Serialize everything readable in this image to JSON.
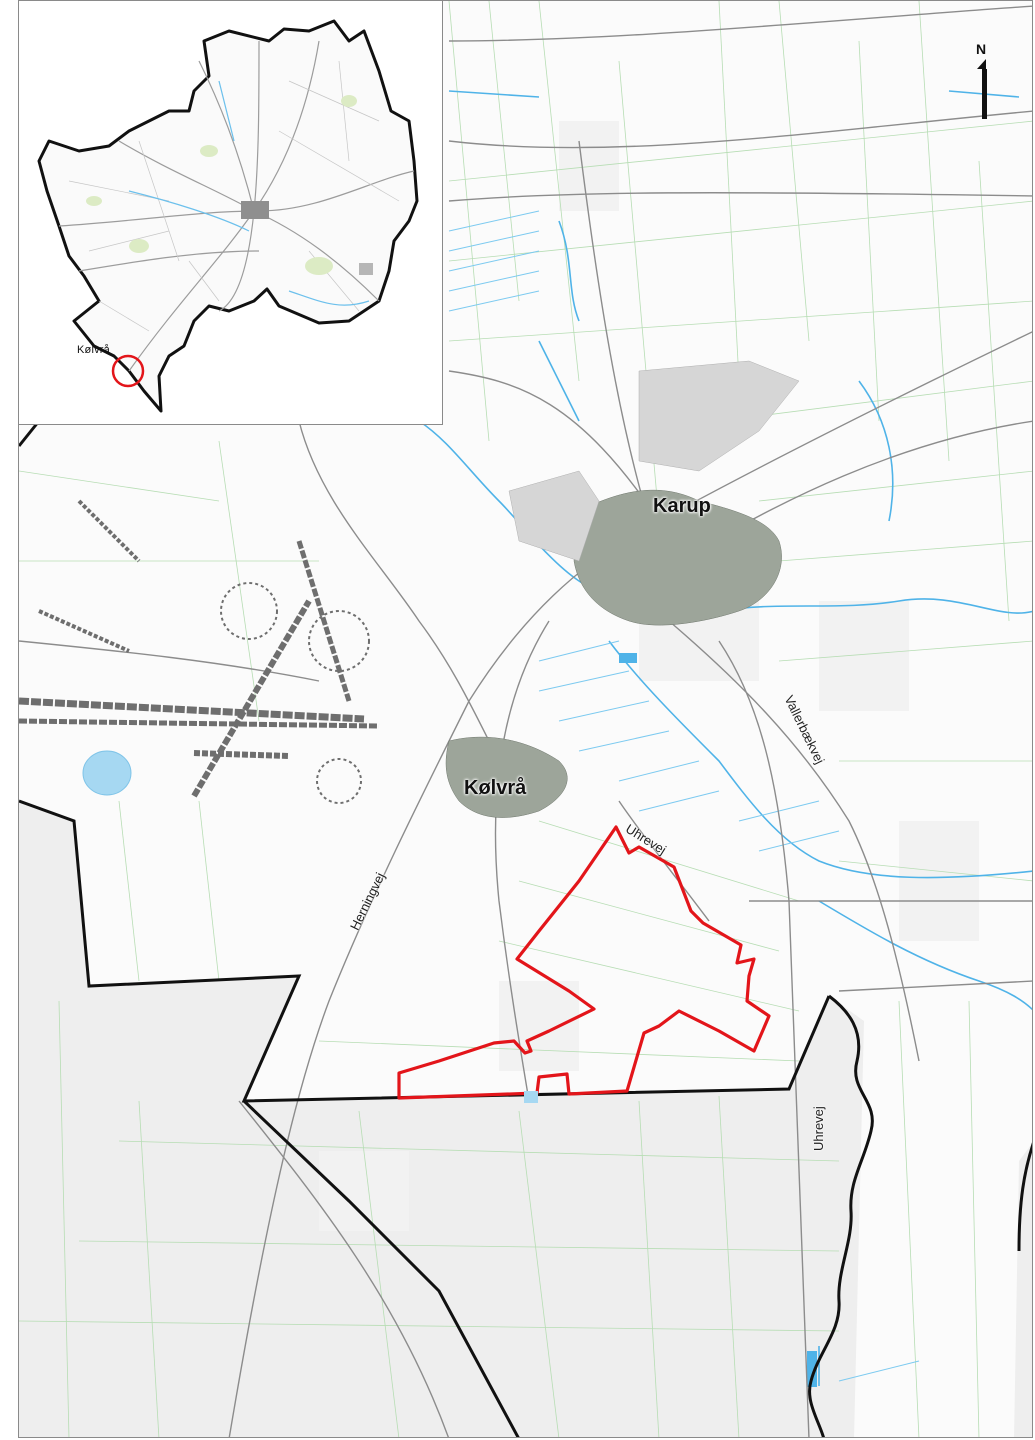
{
  "map": {
    "north_label": "N",
    "towns": {
      "karup": "Karup",
      "kolvra": "Kølvrå"
    },
    "roads": {
      "herningvej": "Herningvej",
      "uhrevej_north": "Uhrevej",
      "uhrevej_south": "Uhrevej",
      "vallerbaekvej": "Vallerbækvej"
    },
    "inset": {
      "location_label": "Kølvrå"
    },
    "colors": {
      "project_boundary": "#e3151a",
      "municipal_border": "#111111",
      "water": "#4fb3e8",
      "urban": "#9da59a",
      "neighbour_area": "#ececec",
      "field_lines": "#a8d8a8"
    }
  }
}
